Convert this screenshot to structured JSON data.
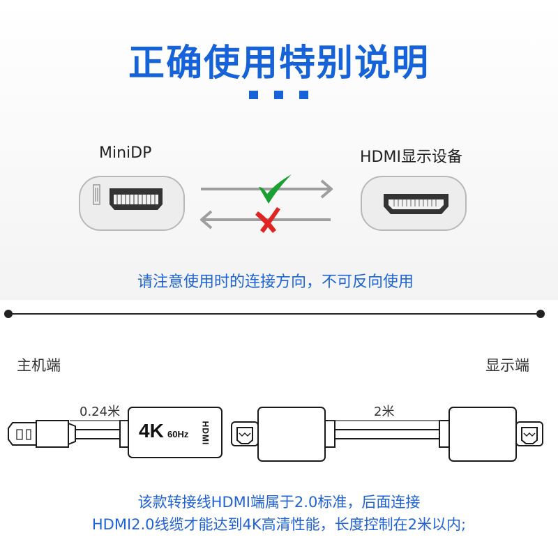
{
  "title": "正确使用特别说明",
  "direction": {
    "source_label": "MiniDP",
    "target_label": "HDMI显示设备",
    "notice": "请注意使用时的连接方向，不可反向使用"
  },
  "cable": {
    "host_end_label": "主机端",
    "display_end_label": "显示端",
    "adapter_length": "0.24米",
    "hdmi_cable_length": "2米",
    "adapter_resolution": "4K",
    "adapter_refresh": "60Hz",
    "adapter_logo": "HDMI"
  },
  "note_lines": [
    "该款转接线HDMI端属于2.0标准，后面连接",
    "HDMI2.0线缆才能达到4K高清性能，长度控制在2米以内;"
  ],
  "colors": {
    "accent_blue": "#1662d8",
    "check_green": "#1aa032",
    "cross_red": "#e02424"
  }
}
